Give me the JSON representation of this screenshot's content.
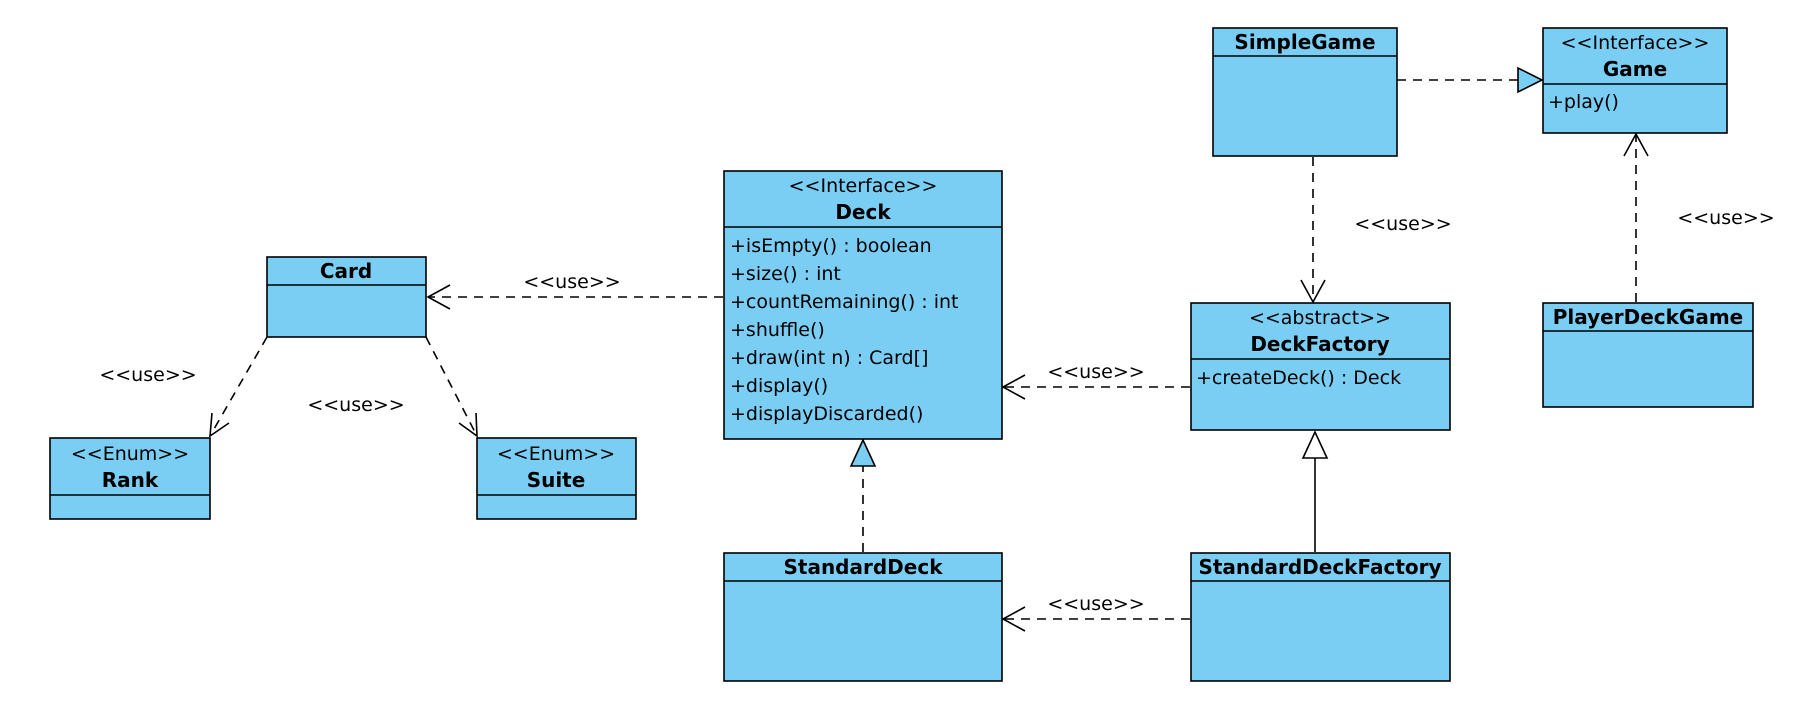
{
  "colors": {
    "class_fill": "#7ACEF4",
    "stroke": "#000000"
  },
  "classes": {
    "card": {
      "name": "Card",
      "stereotype": "",
      "members": []
    },
    "rank": {
      "name": "Rank",
      "stereotype": "<<Enum>>",
      "members": []
    },
    "suite": {
      "name": "Suite",
      "stereotype": "<<Enum>>",
      "members": []
    },
    "deck": {
      "name": "Deck",
      "stereotype": "<<Interface>>",
      "members": [
        "+isEmpty() : boolean",
        "+size() : int",
        "+countRemaining() : int",
        "+shuffle()",
        "+draw(int n) : Card[]",
        "+display()",
        "+displayDiscarded()"
      ]
    },
    "standard_deck": {
      "name": "StandardDeck",
      "stereotype": "",
      "members": []
    },
    "deck_factory": {
      "name": "DeckFactory",
      "stereotype": "<<abstract>>",
      "members": [
        "+createDeck() : Deck"
      ]
    },
    "standard_deck_factory": {
      "name": "StandardDeckFactory",
      "stereotype": "",
      "members": []
    },
    "simple_game": {
      "name": "SimpleGame",
      "stereotype": "",
      "members": []
    },
    "game": {
      "name": "Game",
      "stereotype": "<<Interface>>",
      "members": [
        "+play()"
      ]
    },
    "player_deck_game": {
      "name": "PlayerDeckGame",
      "stereotype": "",
      "members": []
    }
  },
  "relations": [
    {
      "id": "deck_uses_card",
      "from": "Deck",
      "to": "Card",
      "kind": "dependency",
      "label": "<<use>>"
    },
    {
      "id": "card_uses_rank",
      "from": "Card",
      "to": "Rank",
      "kind": "dependency",
      "label": "<<use>>"
    },
    {
      "id": "card_uses_suite",
      "from": "Card",
      "to": "Suite",
      "kind": "dependency",
      "label": "<<use>>"
    },
    {
      "id": "deckfactory_uses_deck",
      "from": "DeckFactory",
      "to": "Deck",
      "kind": "dependency",
      "label": "<<use>>"
    },
    {
      "id": "standarddeck_realizes_deck",
      "from": "StandardDeck",
      "to": "Deck",
      "kind": "realization",
      "label": ""
    },
    {
      "id": "sdf_uses_standarddeck",
      "from": "StandardDeckFactory",
      "to": "StandardDeck",
      "kind": "dependency",
      "label": "<<use>>"
    },
    {
      "id": "sdf_extends_deckfactory",
      "from": "StandardDeckFactory",
      "to": "DeckFactory",
      "kind": "generalization",
      "label": ""
    },
    {
      "id": "simplegame_uses_deckfactory",
      "from": "SimpleGame",
      "to": "DeckFactory",
      "kind": "dependency",
      "label": "<<use>>"
    },
    {
      "id": "simplegame_realizes_game",
      "from": "SimpleGame",
      "to": "Game",
      "kind": "realization",
      "label": ""
    },
    {
      "id": "playerdeckgame_uses_game",
      "from": "PlayerDeckGame",
      "to": "Game",
      "kind": "dependency",
      "label": "<<use>>"
    }
  ]
}
